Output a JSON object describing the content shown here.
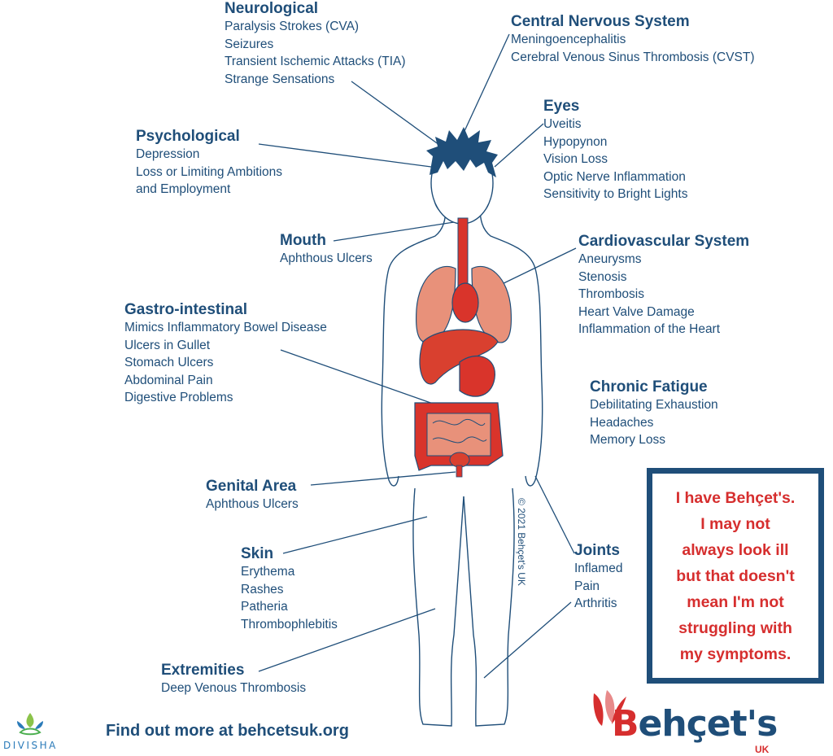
{
  "groups": {
    "neurological": {
      "title": "Neurological",
      "items": [
        "Paralysis Strokes (CVA)",
        "Seizures",
        "Transient Ischemic Attacks (TIA)",
        "Strange Sensations"
      ]
    },
    "cns": {
      "title": "Central Nervous System",
      "items": [
        "Meningoencephalitis",
        "Cerebral Venous Sinus Thrombosis (CVST)"
      ]
    },
    "eyes": {
      "title": "Eyes",
      "items": [
        "Uveitis",
        "Hypopynon",
        "Vision Loss",
        "Optic Nerve Inflammation",
        "Sensitivity to Bright Lights"
      ]
    },
    "psychological": {
      "title": "Psychological",
      "items": [
        "Depression",
        "Loss or Limiting Ambitions",
        "and Employment"
      ]
    },
    "mouth": {
      "title": "Mouth",
      "items": [
        "Aphthous Ulcers"
      ]
    },
    "cardio": {
      "title": "Cardiovascular System",
      "items": [
        "Aneurysms",
        "Stenosis",
        "Thrombosis",
        "Heart Valve Damage",
        "Inflammation of the Heart"
      ]
    },
    "gastro": {
      "title": "Gastro-intestinal",
      "items": [
        "Mimics Inflammatory Bowel Disease",
        "Ulcers in Gullet",
        "Stomach Ulcers",
        "Abdominal Pain",
        "Digestive Problems"
      ]
    },
    "fatigue": {
      "title": "Chronic Fatigue",
      "items": [
        "Debilitating Exhaustion",
        "Headaches",
        "Memory Loss"
      ]
    },
    "genital": {
      "title": "Genital Area",
      "items": [
        "Aphthous Ulcers"
      ]
    },
    "skin": {
      "title": "Skin",
      "items": [
        "Erythema",
        "Rashes",
        "Patheria",
        "Thrombophlebitis"
      ]
    },
    "joints": {
      "title": "Joints",
      "items": [
        "Inflamed",
        "Pain",
        "Arthritis"
      ]
    },
    "extremities": {
      "title": "Extremities",
      "items": [
        "Deep Venous Thrombosis"
      ]
    }
  },
  "quote": {
    "lines": [
      "I have Behçet's.",
      "I may not",
      "always look ill",
      "but that doesn't",
      "mean I'm not",
      "struggling with",
      "my symptoms."
    ]
  },
  "footer": {
    "find_more": "Find out more at behcetsuk.org",
    "copyright": "© 2021 Behçet's UK"
  },
  "logos": {
    "divisha": "DIVISHA",
    "brand_first": "B",
    "brand_rest": "ehçet's",
    "brand_sub": "UK"
  },
  "colors": {
    "navy": "#1f4e79",
    "red": "#d62e2e",
    "organ_light": "#e8917a",
    "organ_dark": "#d9342b"
  }
}
